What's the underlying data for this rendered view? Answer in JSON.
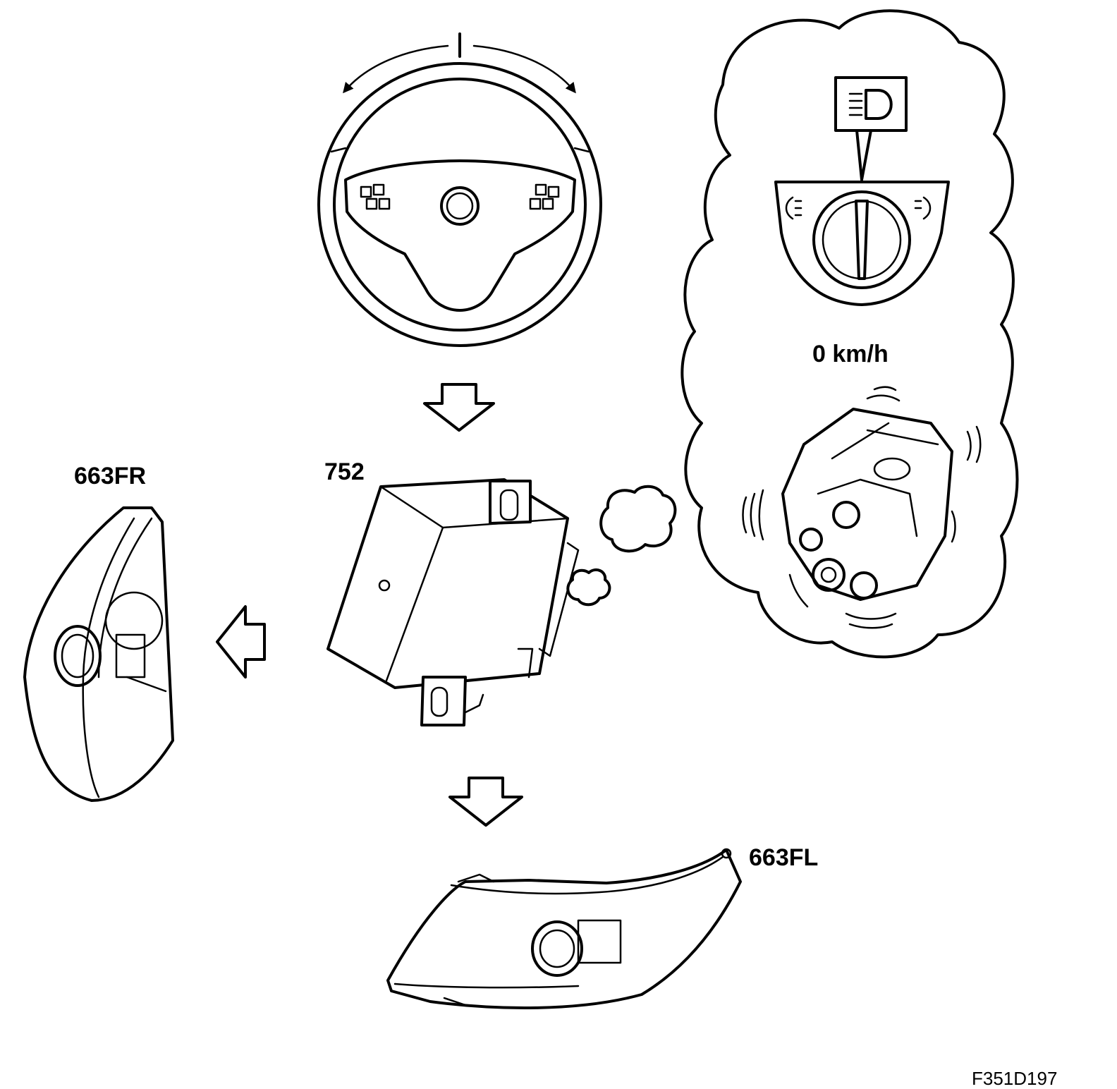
{
  "labels": {
    "control_module": "752",
    "headlamp_right": "663FR",
    "headlamp_left": "663FL",
    "speed": "0 km/h",
    "figure_id": "F351D197"
  },
  "icons": {
    "steering": "steering-wheel-icon",
    "light_switch": "light-switch-icon",
    "engine": "engine-icon",
    "module": "control-module-icon",
    "headlamp": "headlamp-icon",
    "arrow": "flow-arrow-icon"
  },
  "colors": {
    "ink": "#000000",
    "paper": "#ffffff"
  }
}
